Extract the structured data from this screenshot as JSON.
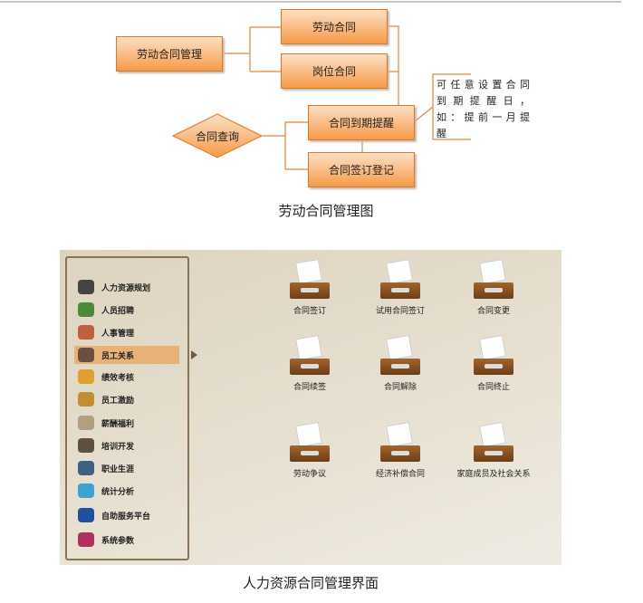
{
  "diagram": {
    "root": "劳动合同管理",
    "labor_contract": "劳动合同",
    "post_contract": "岗位合同",
    "expiry_reminder": "合同到期提醒",
    "signing_register": "合同签订登记",
    "query": "合同查询",
    "note": "可任意设置合同到期提醒日，如：提前一月提醒",
    "caption": "劳动合同管理图"
  },
  "ui": {
    "sidebar": [
      {
        "label": "人力资源规划",
        "color": "#444"
      },
      {
        "label": "人员招聘",
        "color": "#4a8a3a"
      },
      {
        "label": "人事管理",
        "color": "#c06040"
      },
      {
        "label": "员工关系",
        "color": "#6a5040",
        "selected": true
      },
      {
        "label": "绩效考核",
        "color": "#e0a030"
      },
      {
        "label": "员工激励",
        "color": "#c09030"
      },
      {
        "label": "薪酬福利",
        "color": "#b0a080"
      },
      {
        "label": "培训开发",
        "color": "#605040"
      },
      {
        "label": "职业生涯",
        "color": "#406080"
      },
      {
        "label": "统计分析",
        "color": "#40a0d0"
      },
      {
        "label": "自助服务平台",
        "color": "#2050a0"
      },
      {
        "label": "系统参数",
        "color": "#b03060"
      }
    ],
    "tiles": [
      "合同签订",
      "试用合同签订",
      "合同变更",
      "合同续签",
      "合同解除",
      "合同终止",
      "劳动争议",
      "经济补偿合同",
      "家庭成员及社会关系"
    ],
    "caption": "人力资源合同管理界面"
  }
}
